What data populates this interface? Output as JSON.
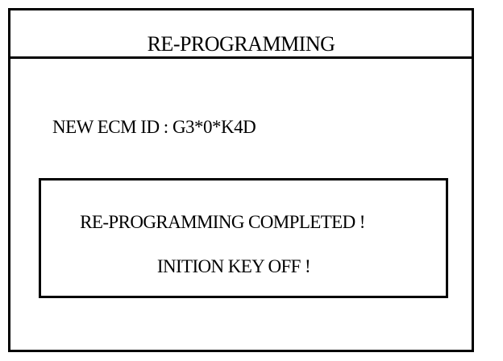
{
  "screen": {
    "title": "RE-PROGRAMMING",
    "ecm_id_line": "NEW ECM ID : G3*0*K4D",
    "message": {
      "line1": "RE-PROGRAMMING COMPLETED !",
      "line2": "INITION KEY OFF !"
    }
  },
  "colors": {
    "background": "#ffffff",
    "foreground": "#000000"
  }
}
